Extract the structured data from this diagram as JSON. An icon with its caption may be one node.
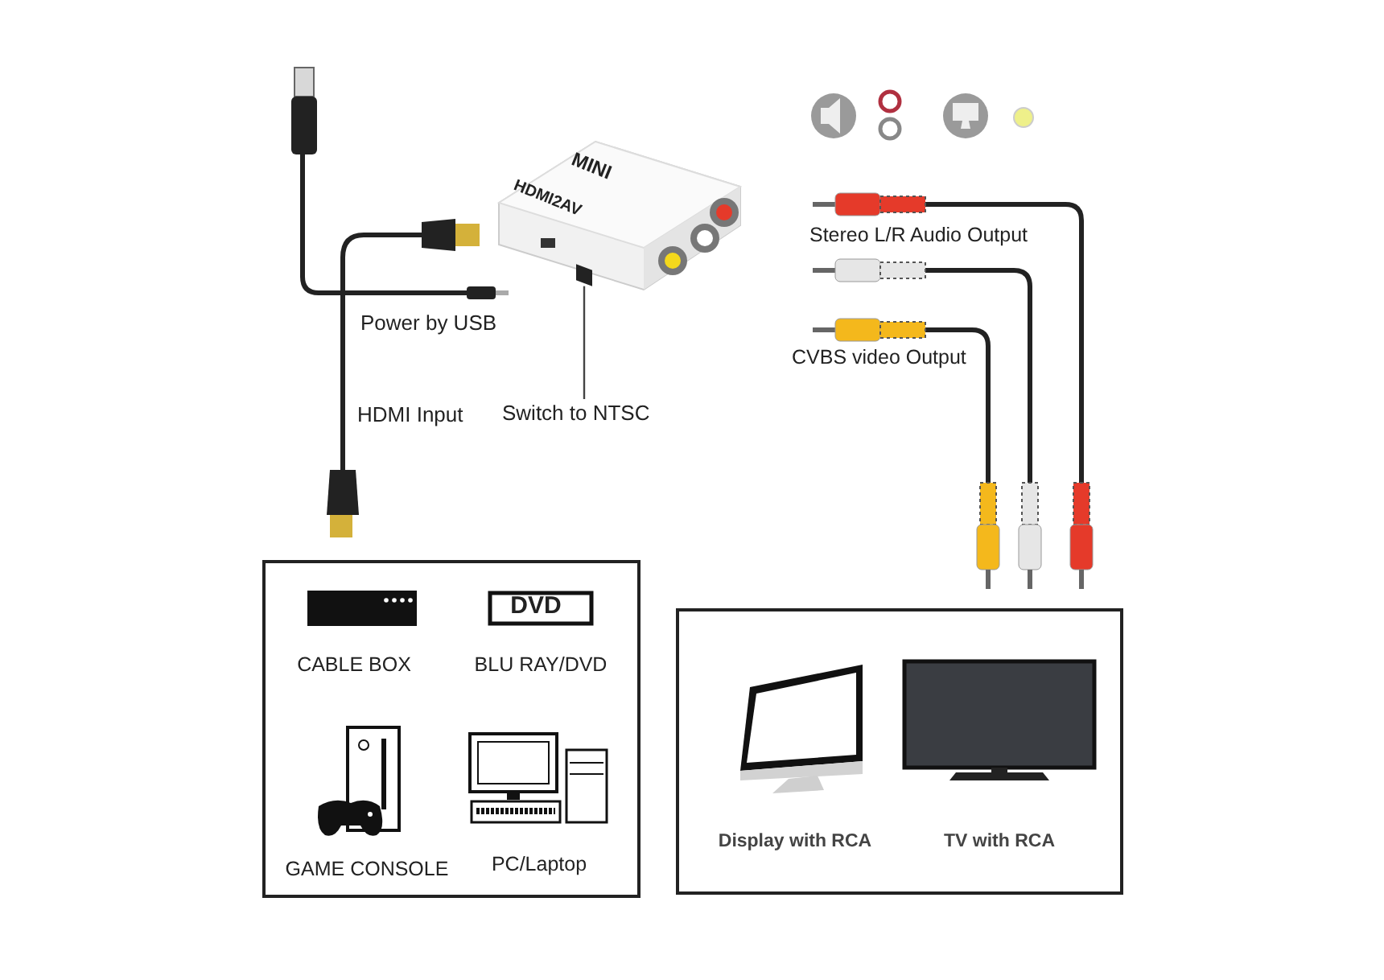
{
  "diagram": {
    "nodes": [
      {
        "text": [],
        "shape": "picture"
      },
      {
        "text": [
          "Switch to NTSC"
        ]
      },
      {
        "text": [],
        "shape": "box",
        "in": 0
      },
      {
        "text": [],
        "shape": "box"
      },
      {
        "text": [
          "CABLE BOX"
        ],
        "in": 3
      },
      {
        "text": [
          "BLU RAY/DVD"
        ],
        "in": 3
      },
      {
        "text": [
          "GAME CONSOLE"
        ],
        "in": 3
      },
      {
        "text": [
          "PC/Laptop"
        ],
        "in": 3
      },
      {
        "text": [],
        "shape": "box"
      },
      {
        "text": [
          "Display with RCA"
        ],
        "in": 8
      },
      {
        "text": [
          "TV with RCA"
        ],
        "in": 8
      }
    ],
    "edges": [
      {
        "from": 1,
        "to": 2,
        "arrow": "none"
      }
    ],
    "labels": [
      "MINI",
      "HDMI2AV",
      "Power by USB",
      "HDMI Input",
      "Stereo L/R Audio Output",
      "CVBS video Output",
      "DVD"
    ]
  }
}
